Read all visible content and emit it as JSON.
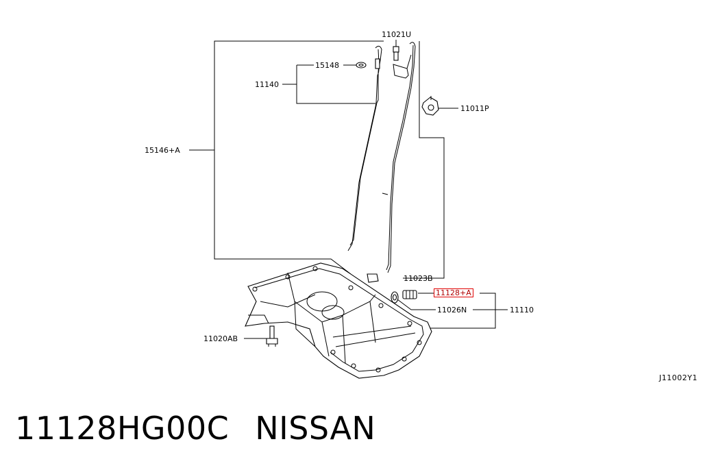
{
  "labels": {
    "l11021U": "11021U",
    "l15148": "15148",
    "l11140": "11140",
    "l11011P": "11011P",
    "l15146A": "15146+A",
    "l11023B": "11023B",
    "l11128A": "11128+A",
    "l11026N": "11026N",
    "l11110": "11110",
    "l11020AB": "11020AB"
  },
  "diagram_code": "J11002Y1",
  "caption": {
    "part_number": "11128HG00C",
    "brand": "NISSAN"
  },
  "highlight_color": "#e00000"
}
